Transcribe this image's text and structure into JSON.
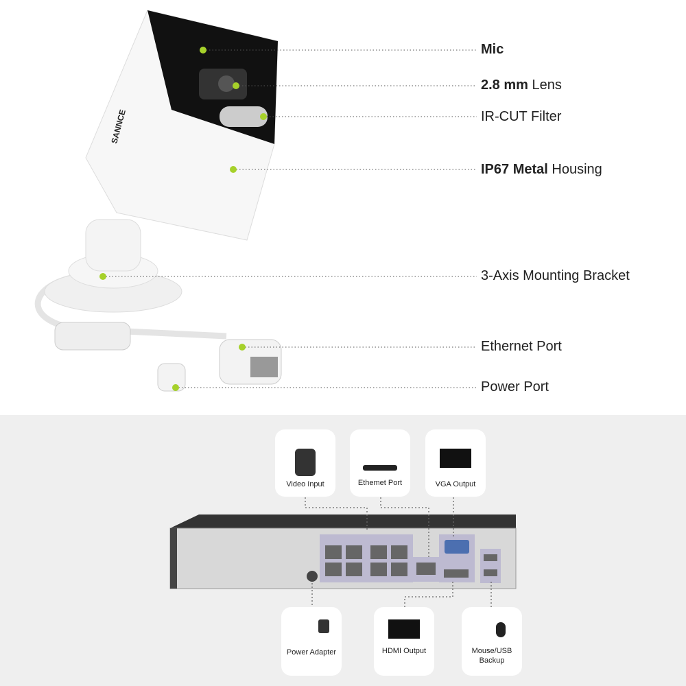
{
  "brand_logo": "SANNCE",
  "accent_color": "#a6d12a",
  "camera_labels": [
    {
      "bold": "Mic",
      "rest": ""
    },
    {
      "bold": "2.8 mm",
      "rest": " Lens"
    },
    {
      "bold": "",
      "rest": "IR-CUT Filter"
    },
    {
      "bold": "IP67 Metal",
      "rest": " Housing"
    },
    {
      "bold": "",
      "rest": "3-Axis Mounting Bracket"
    },
    {
      "bold": "",
      "rest": "Ethernet Port"
    },
    {
      "bold": "",
      "rest": "Power Port"
    }
  ],
  "nvr_top_cards": [
    {
      "label": "Video Input",
      "icon": "camera-icon"
    },
    {
      "label": "Ethemet Port",
      "icon": "router-icon"
    },
    {
      "label": "VGA Output",
      "icon": "monitor-icon"
    }
  ],
  "nvr_bottom_cards": [
    {
      "label": "Power Adapter",
      "icon": "power-adapter-icon"
    },
    {
      "label": "HDMI Output",
      "icon": "monitor-icon"
    },
    {
      "label": "Mouse/USB",
      "label2": "Backup",
      "icon": "mouse-icon"
    }
  ]
}
